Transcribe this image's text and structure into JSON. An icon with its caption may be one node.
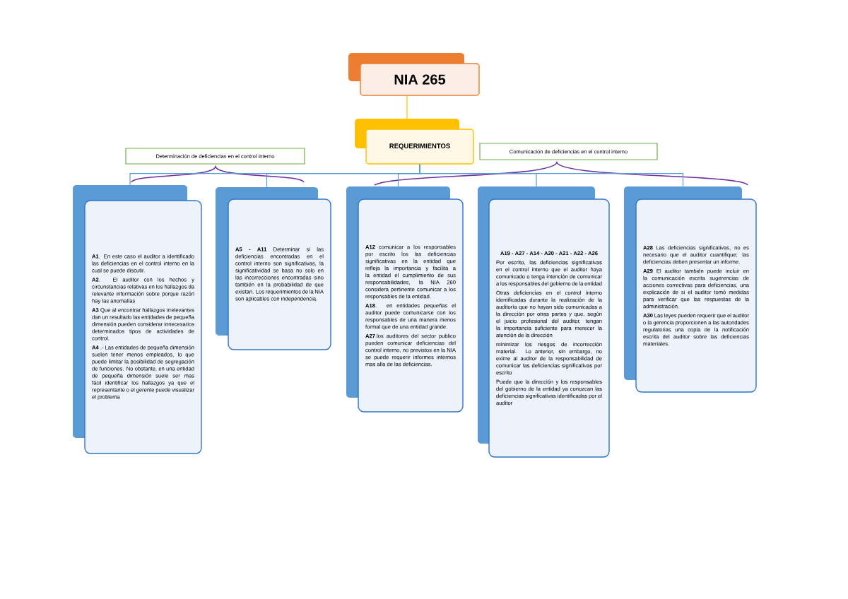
{
  "diagram": {
    "nodes": [
      {
        "text": [
          "NIA 265"
        ]
      },
      {
        "text": [
          "REQUERIMIENTOS"
        ]
      },
      {
        "text": [
          "Determinación de deficiencias en el control interno"
        ]
      },
      {
        "text": [
          "Comunicación de deficiencias en el control interno"
        ]
      },
      {
        "text": [
          "**A1**. En este caso el auditor a identificado las deficiencias en el control interno en la cual se puede discutir.",
          "**A2**. El auditor con los hechos y circunstancias relativas en los hallazgos da relevante información sobre porque razón hay las anomalías",
          "**A3** Que al encontrar hallazgos irrelevantes dan un resultado las entidades de pequeña dimensión pueden considerar innecesarios determinados tipos de actividades de control.",
          "**A4** .- Las entidades de pequeña dimensión suelen tener menos empleados, lo que puede limitar la posibilidad de segregación de funciones. No obstante, en una entidad de pequeña dimensión suele ser mas fácil identificar los hallazgos ya que el representante o el gerente puede visualizar el problema"
        ]
      },
      {
        "text": [
          "**A5 - A11** Determinar si las deficiencias encontradas en el control interno son significativas, la significatividad se basa no solo en las incorrecciones encontradas sino también en la probabilidad de que existan. Los requerimientos de la NIA son aplicables con independencia."
        ]
      },
      {
        "text": [
          "**A12** comunicar a los responsables por escrito los las deficiencias significativas en la entidad que refleja la importancia y facilita a la entidad el cumplimiento de sus responsabilidades, la NIA 260 considera pertinente comunicar a los responsables de la entidad.",
          "**A18**. en entidades pequeñas el auditor puede comunicarse con los responsables de una manera menos formal que de una entidad grande.",
          "**A27**.los auditores del sector publico pueden comunicar deficiencias del control interno, no previstos en la NIA se puede requerir informes internos mas alla de las deficiencias."
        ]
      },
      {
        "text": [
          "A19 - A27 - A14 - A20 - A21 - A22 - A26",
          "Por escrito, las deficiencias significativas en el control interno que el auditor haya comunicado o tenga intención de comunicar a los responsables del gobierno de la entidad",
          "Otras deficiencias en el control interno identificadas durante la realización de la auditoría que no hayan sido comunicadas a la dirección por otras partes y que, según el juicio profesional del auditor, tengan la importancia suficiente para merecer la atención de la dirección",
          "minimizar los riesgos de incorrección material. Lo anterior, sin embargo, no exime al auditor de la responsabilidad de comunicar las deficiencias significativas por escrito",
          "Puede que la dirección y los responsables del gobierno de la entidad ya conozcan las deficiencias significativas identificadas por el auditor"
        ]
      },
      {
        "text": [
          "**A28** Las deficiencias significativas, no es necesario que el auditor cuantifique; las deficiencias deben presentar un informe.",
          "**A29** El auditor también puede incluir en la comunicación escrita sugerencias de acciones correctivas para deficiencias, una explicación de si el auditor tomó medidas para verificar que las respuestas de la administración.",
          "**A30** Las leyes pueden requerir que el auditor o la gerencia proporcionen a las autoridades regulatorias una copia de la notificación escrita del auditor sobre las deficiencias materiales."
        ]
      }
    ],
    "edges": [
      {
        "from": 0,
        "to": 1,
        "arrow": "none",
        "color": "#ffc000"
      },
      {
        "from": 1,
        "to": 4,
        "arrow": "none"
      },
      {
        "from": 1,
        "to": 5,
        "arrow": "none"
      },
      {
        "from": 1,
        "to": 6,
        "arrow": "none"
      },
      {
        "from": 1,
        "to": 7,
        "arrow": "none"
      },
      {
        "from": 1,
        "to": 8,
        "arrow": "none"
      }
    ]
  }
}
